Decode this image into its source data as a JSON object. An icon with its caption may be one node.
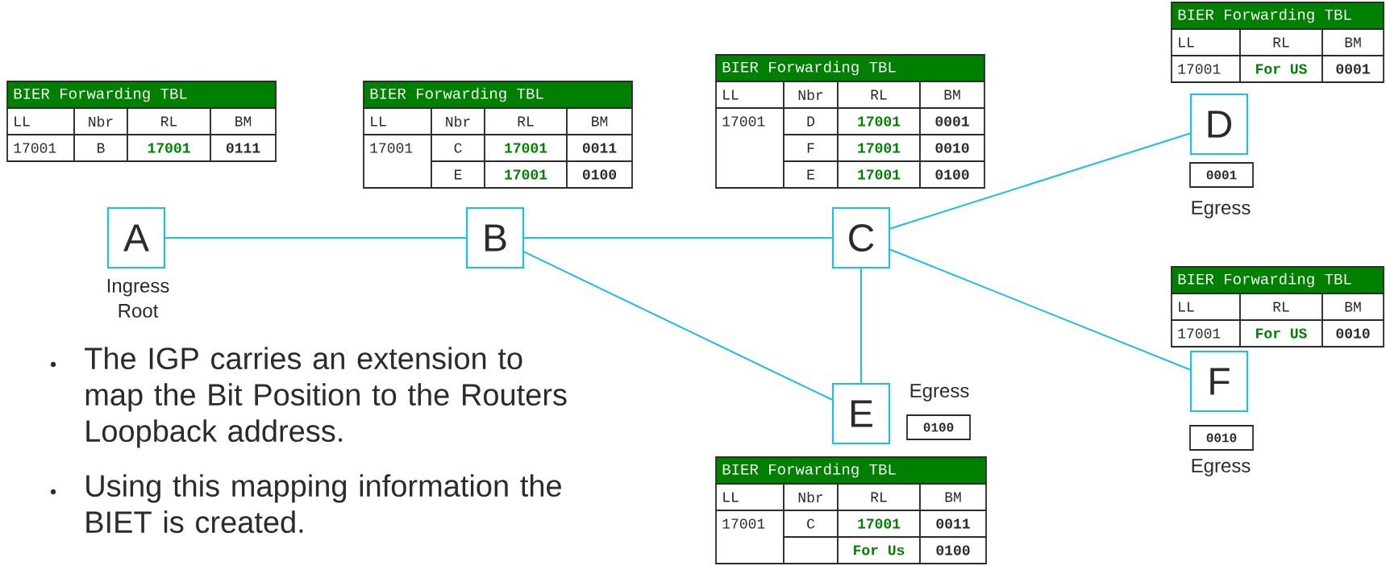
{
  "diagram": {
    "nodes": [
      {
        "text": [
          "A"
        ],
        "beside": [
          "Ingress Root"
        ]
      },
      {
        "text": [
          "B"
        ]
      },
      {
        "text": [
          "C"
        ]
      },
      {
        "text": [
          "D"
        ]
      },
      {
        "text": [
          "E"
        ]
      },
      {
        "text": [
          "F"
        ]
      },
      {
        "text": [
          "0001"
        ],
        "beside": [
          "Egress"
        ]
      },
      {
        "text": [
          "0100"
        ],
        "beside": [
          "Egress"
        ]
      },
      {
        "text": [
          "0010"
        ],
        "beside": [
          "Egress"
        ]
      }
    ],
    "edges": [
      {
        "from": 0,
        "to": 1,
        "arrow": "none"
      },
      {
        "from": 1,
        "to": 2,
        "arrow": "none"
      },
      {
        "from": 1,
        "to": 4,
        "arrow": "none"
      },
      {
        "from": 2,
        "to": 3,
        "arrow": "none"
      },
      {
        "from": 2,
        "to": 5,
        "arrow": "none"
      },
      {
        "from": 2,
        "to": 4,
        "arrow": "none"
      }
    ],
    "labels": [
      "BIER Forwarding TBL",
      "LL",
      "Nbr",
      "RL",
      "BM",
      "17001",
      "B",
      "17001",
      "0111",
      "BIER Forwarding TBL",
      "LL",
      "Nbr",
      "RL",
      "BM",
      "17001",
      "C",
      "17001",
      "0011",
      "E",
      "17001",
      "0100",
      "BIER Forwarding TBL",
      "LL",
      "Nbr",
      "RL",
      "BM",
      "17001",
      "D",
      "17001",
      "0001",
      "F",
      "17001",
      "0010",
      "E",
      "17001",
      "0100",
      "BIER Forwarding TBL",
      "LL",
      "RL",
      "BM",
      "17001",
      "For US",
      "0001",
      "BIER Forwarding TBL",
      "LL",
      "RL",
      "BM",
      "17001",
      "For US",
      "0010",
      "BIER Forwarding TBL",
      "LL",
      "Nbr",
      "RL",
      "BM",
      "17001",
      "C",
      "17001",
      "0011",
      "For Us",
      "0100",
      "The IGP carries an extension to map the Bit Position to the Routers Loopback address.",
      "Using this mapping information the BIET is created."
    ]
  }
}
